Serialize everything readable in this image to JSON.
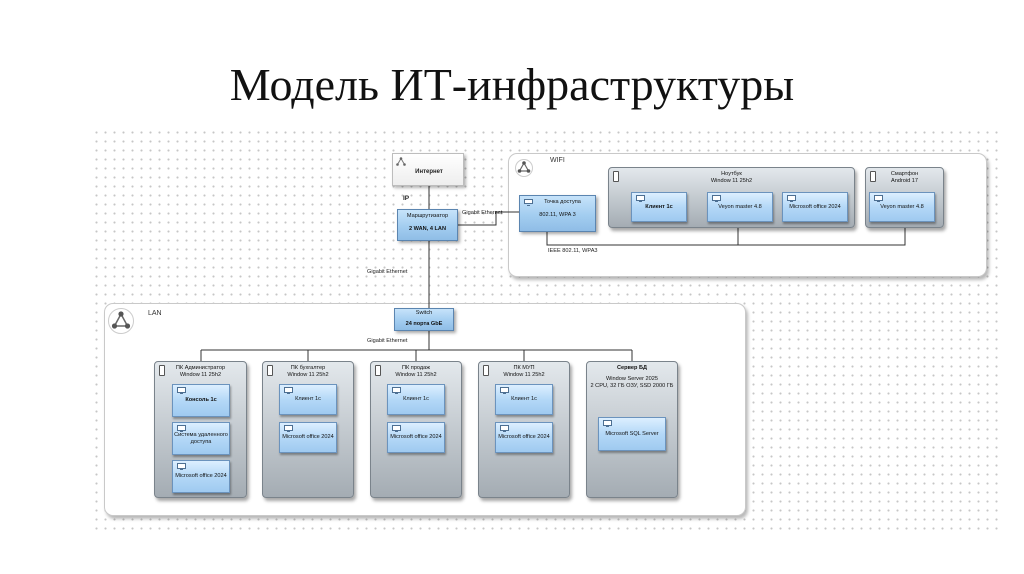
{
  "slide": {
    "title": "Модель ИТ-инфраструктуры"
  },
  "diagram": {
    "internet": "Интернет",
    "ip_label": "IP",
    "router": {
      "name": "Маршрутизатор",
      "spec": "2 WAN, 4 LAN"
    },
    "router_link": "Gigabit Ethernet",
    "uplink": "Gigabit Ethernet",
    "switch_link": "Gigabit Ethernet",
    "wifi": {
      "zone_label": "WIFI",
      "access_point": {
        "name": "Точка доступа",
        "spec": "802.11, WPA 3"
      },
      "link": "IEEE 802.11,  WPA3",
      "laptop": {
        "name": "Ноутбук",
        "os": "Window 11 25h2",
        "apps": [
          "Клиент 1с",
          "Veyon master 4.8",
          "Microsoft office 2024"
        ]
      },
      "phone": {
        "name": "Смартфон",
        "os": "Android 17",
        "apps": [
          "Veyon master 4.8"
        ]
      }
    },
    "lan": {
      "zone_label": "LAN",
      "switch": {
        "name": "Switch",
        "spec": "24 порта GbE"
      },
      "nodes": [
        {
          "name": "ПК Администратор",
          "os": "Window 11 25h2",
          "apps": [
            "Консоль 1с",
            "Система удаленного доступа",
            "Microsoft office 2024"
          ]
        },
        {
          "name": "ПК бухгалтер",
          "os": "Window 11 25h2",
          "apps": [
            "Клиент 1с",
            "Microsoft office 2024"
          ]
        },
        {
          "name": "ПК продаж",
          "os": "Window 11 25h2",
          "apps": [
            "Клиент 1с",
            "Microsoft office 2024"
          ]
        },
        {
          "name": "ПК МУП",
          "os": "Window 11 25h2",
          "apps": [
            "Клиент 1с",
            "Microsoft office 2024"
          ]
        },
        {
          "name": "Сервер БД",
          "os": "Window Server 2025",
          "spec": "2 CPU, 32 ГБ ОЗУ, SSD 2000 ГБ",
          "apps": [
            "Microsoft SQL Server"
          ]
        }
      ]
    }
  }
}
